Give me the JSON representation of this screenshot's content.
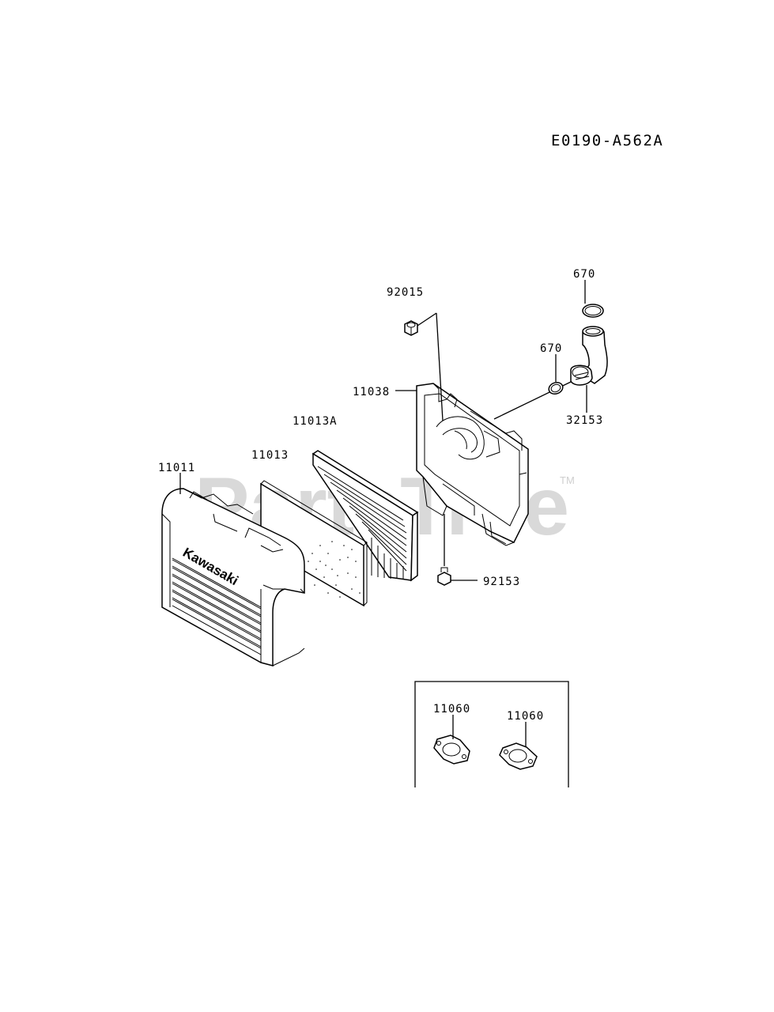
{
  "diagram_ref": "E0190-A562A",
  "watermark": "PartsTree",
  "watermark_tm": "TM",
  "brand_text": "Kawasaki",
  "labels": {
    "p92015": "92015",
    "p670_top": "670",
    "p670_mid": "670",
    "p11038": "11038",
    "p32153": "32153",
    "p11013A": "11013A",
    "p11013": "11013",
    "p11011": "11011",
    "p92153": "92153",
    "p11060_left": "11060",
    "p11060_right": "11060"
  }
}
